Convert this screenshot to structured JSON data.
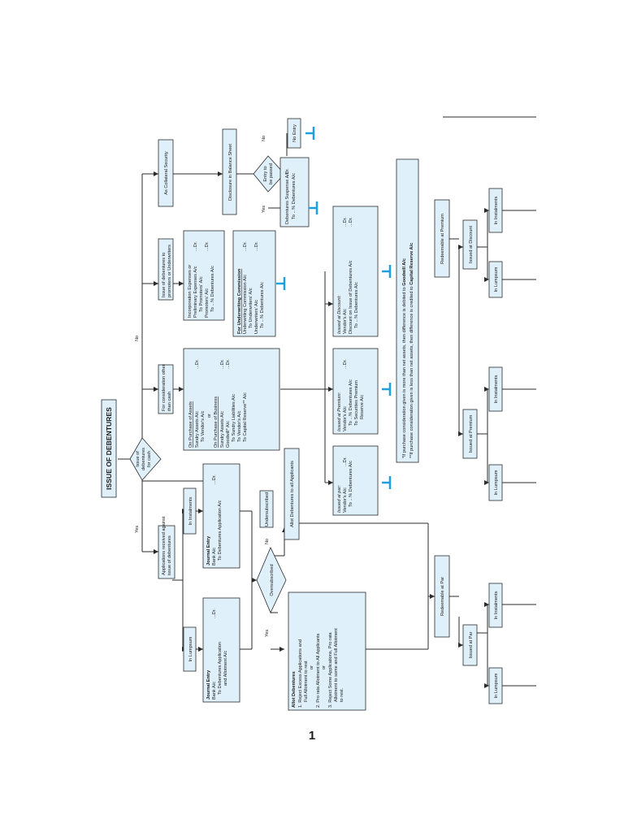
{
  "title": "ISSUE OF DEBENTURES",
  "page_number": "1",
  "question": [
    "Issue of",
    "debentures",
    "for cash"
  ],
  "branch_yes": "Yes",
  "branch_no": "No",
  "applications_received": [
    "Applications received against",
    "issue of debentures"
  ],
  "lumpsum": "In Lumpsum",
  "instalments": "In Instalments",
  "je_lumpsum": {
    "heading": "Journal Entry",
    "lines": [
      "Bank A/c",
      "To Debentures Application",
      "and Allotment A/c"
    ],
    "dr": "...Dr."
  },
  "je_instalments": {
    "heading": "Journal Entry",
    "lines": [
      "Bank A/c",
      "To Debentures Application A/c"
    ],
    "dr": "...Dr."
  },
  "oversubscribed": "Oversubscribed",
  "undersubscribed": "Undersubscribed",
  "allot_all": "Allot Debentures to all Applicants",
  "allot_options": {
    "heading": "Allot Debentures",
    "items": [
      "1. Reject Excess Applications and",
      "Full Allotment to rest",
      "or",
      "2. Pro rata Allotment to All Applicants",
      "or",
      "3. Reject Some Applications, Pro rata",
      "Allotment to some and Full Allotment",
      "to rest."
    ]
  },
  "consideration_other": [
    "For consideration other",
    "than cash"
  ],
  "purchase_entries": {
    "assets_heading": "On Purchase of Assets",
    "assets_lines": [
      "Sundry Assets A/c",
      "To Vendor's A/c"
    ],
    "or": "or",
    "business_heading": "On Purchase of Business",
    "business_lines": [
      "Sundry Assets A/c",
      "Goodwill* A/c",
      "To Sundry Liabilities A/c",
      "To Vendor's A/c",
      "To Capital Reserve** A/c"
    ],
    "dr": "...Dr."
  },
  "issued_par_vendor": {
    "heading": "Issued at par:",
    "lines": [
      "Vendor's A/c",
      "To ...% Debentures A/c"
    ],
    "dr": "...Dr."
  },
  "issued_premium_vendor": {
    "heading": "Issued at Premium:",
    "lines": [
      "Vendor's A/c",
      "To ...% Debentures A/c",
      "To Securities Premium",
      "Reserve A/c"
    ],
    "dr": "...Dr."
  },
  "issued_discount_vendor": {
    "heading": "Issued at Discount:",
    "lines": [
      "Vendor's A/c",
      "Discount on Issue of Debentures A/c",
      "To ...% Debentures A/c"
    ],
    "dr": "...Dr."
  },
  "footnote": {
    "line1_pre": "*If purchase consideration given is more than net assets, then difference is debited to ",
    "line1_bold": "Goodwill A/c",
    "line2_pre": "**If purchase consideration given is less than net assets, then difference is credited to ",
    "line2_bold": "Capital Reserve A/c"
  },
  "promoters_underwriters": [
    "Issue of debentures to",
    "promoters or Underwriters"
  ],
  "promoters_entry": {
    "lines": [
      "Incorporation Expenses or",
      "Preliminary Expenses A/c",
      "To Promoters' A/c",
      "Promoters' A/c",
      "To ...% Debentures A/c"
    ],
    "dr": "...Dr."
  },
  "underwriting_entry": {
    "heading": "For Underwriting Commission",
    "lines": [
      "Underwriting Commission A/c",
      "To Underwriters' A/c",
      "Underwriters' A/c",
      "To ...% Debentures A/c"
    ],
    "dr": "...Dr."
  },
  "collateral": "As Collateral Security",
  "disclosure": "Disclosure in Balance Sheet",
  "entry_passed": [
    "Entry to",
    "be passed"
  ],
  "no_entry": "No Entry",
  "suspense_entry": {
    "lines": [
      "Debentures Suspense A/c",
      "To ...% Debentures A/c"
    ],
    "dr": "...Dr."
  },
  "redeemable_par": "Redeemable at Par",
  "redeemable_premium": "Redeemable at Premium",
  "issued_par": "Issued at Par",
  "issued_premium": "Issued at Premium",
  "issued_discount": "Issued at Discount"
}
